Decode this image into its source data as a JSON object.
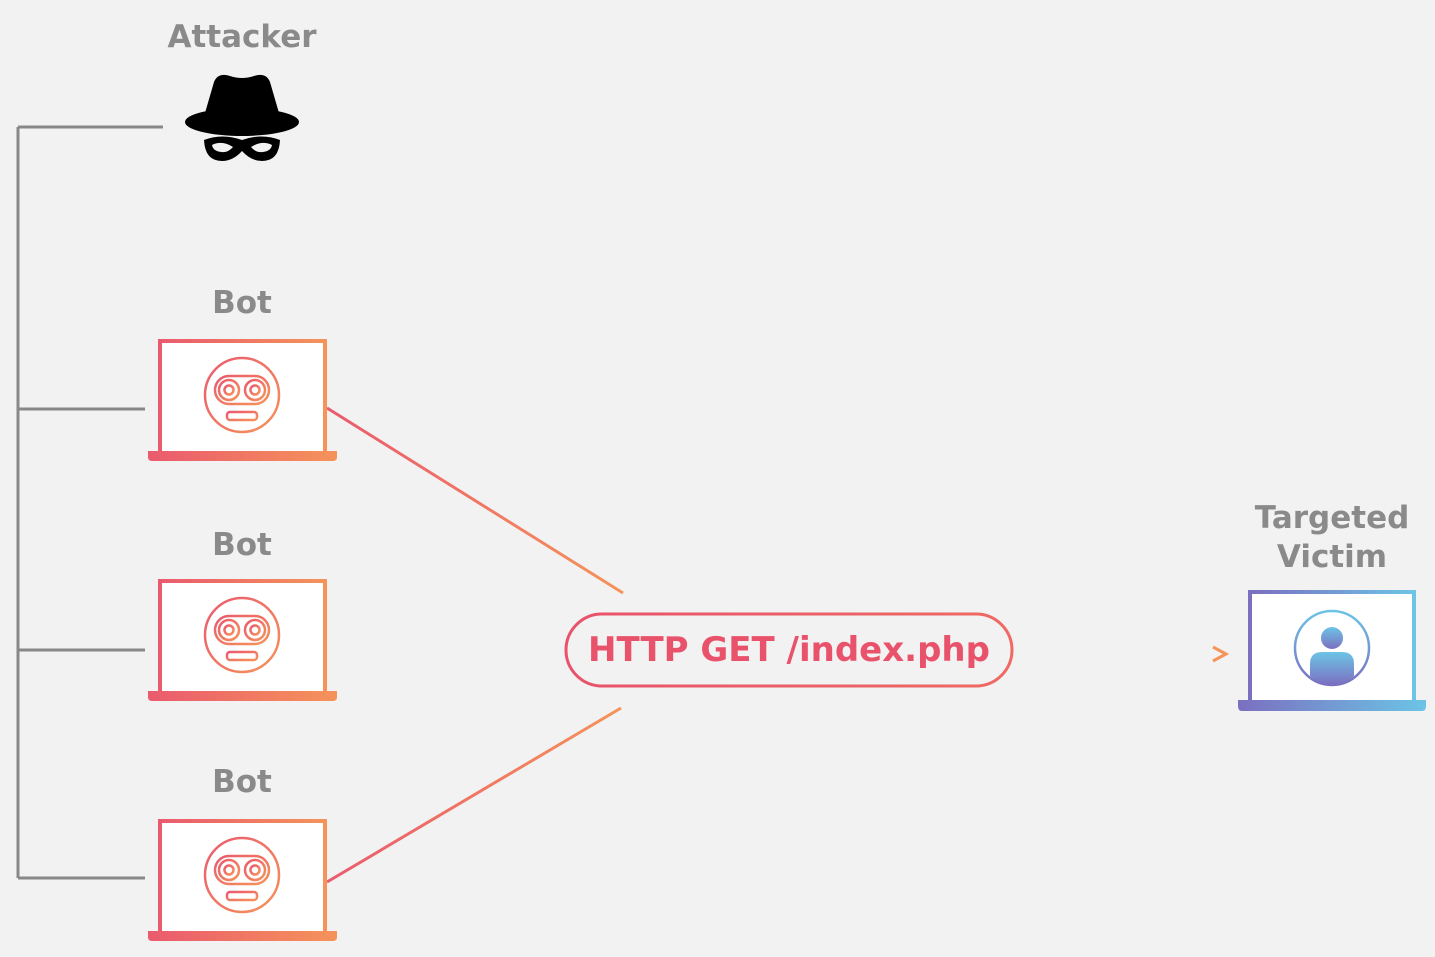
{
  "attacker": {
    "label": "Attacker",
    "icon": "spy-hat-mask-icon"
  },
  "bots": [
    {
      "label": "Bot",
      "icon": "robot-face-icon"
    },
    {
      "label": "Bot",
      "icon": "robot-face-icon"
    },
    {
      "label": "Bot",
      "icon": "robot-face-icon"
    }
  ],
  "request": {
    "label": "HTTP GET /index.php"
  },
  "victim": {
    "label_line1": "Targeted",
    "label_line2": "Victim",
    "icon": "user-avatar-icon"
  },
  "colors": {
    "background": "#f2f2f2",
    "label_gray": "#8a8a8a",
    "connector_gray": "#888888",
    "bot_gradient_start": "#ea5a6e",
    "bot_gradient_end": "#f5935a",
    "request_text": "#e9526b",
    "victim_gradient_start": "#7b6fc0",
    "victim_gradient_end": "#6cc4e6"
  }
}
